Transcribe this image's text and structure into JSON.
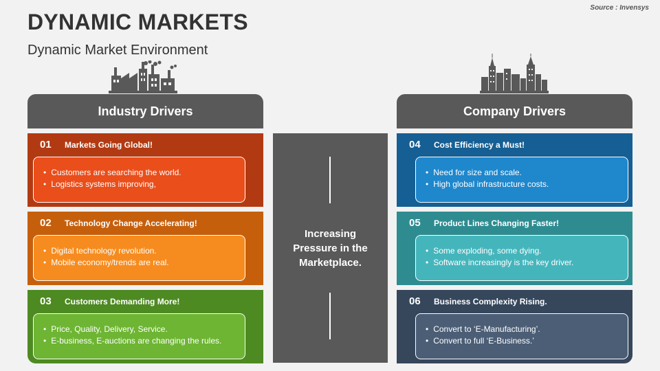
{
  "source": "Source : Invensys",
  "title": "DYNAMIC MARKETS",
  "subtitle": "Dynamic Market Environment",
  "icons": {
    "left": "factory-icon",
    "right": "city-skyline-icon"
  },
  "headers": {
    "left": "Industry Drivers",
    "right": "Company Drivers"
  },
  "center_text": "Increasing Pressure in the Marketplace.",
  "cards": [
    {
      "num": "01",
      "title": "Markets Going Global!",
      "bullets": [
        "Customers are searching the world.",
        "Logistics systems improving,"
      ],
      "color": "#e94e1b"
    },
    {
      "num": "02",
      "title": "Technology Change Accelerating!",
      "bullets": [
        "Digital technology revolution.",
        "Mobile economy/trends are real."
      ],
      "color": "#f68c1f"
    },
    {
      "num": "03",
      "title": "Customers Demanding More!",
      "bullets": [
        "Price, Quality, Delivery, Service.",
        "E-business, E-auctions are changing the rules."
      ],
      "color": "#6db533"
    },
    {
      "num": "04",
      "title": "Cost Efficiency a Must!",
      "bullets": [
        "Need for size and scale.",
        "High global infrastructure costs."
      ],
      "color": "#1f87cc"
    },
    {
      "num": "05",
      "title": "Product Lines Changing Faster!",
      "bullets": [
        "Some exploding, some dying.",
        "Software increasingly is the key driver."
      ],
      "color": "#45b5bc"
    },
    {
      "num": "06",
      "title": "Business Complexity Rising.",
      "bullets": [
        "Convert to ‘E-Manufacturing’.",
        "Convert to full ‘E-Business.’"
      ],
      "color": "#4b5e76"
    }
  ]
}
